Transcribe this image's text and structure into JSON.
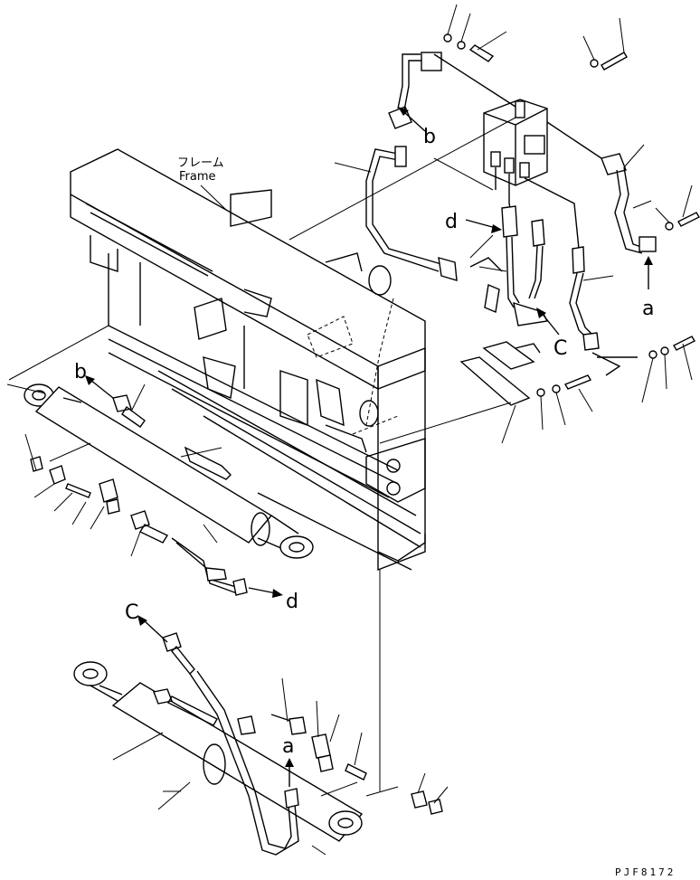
{
  "frame_label": {
    "jp": "フレーム",
    "en": "Frame"
  },
  "callouts": {
    "a_top": "a",
    "a_bottom": "a",
    "b_top": "b",
    "b_left": "b",
    "c_right": "C",
    "c_bottom": "C",
    "d_top": "d",
    "d_mid": "d"
  },
  "drawing_number": "PJF8172",
  "colors": {
    "line": "#000000",
    "background": "#ffffff"
  }
}
